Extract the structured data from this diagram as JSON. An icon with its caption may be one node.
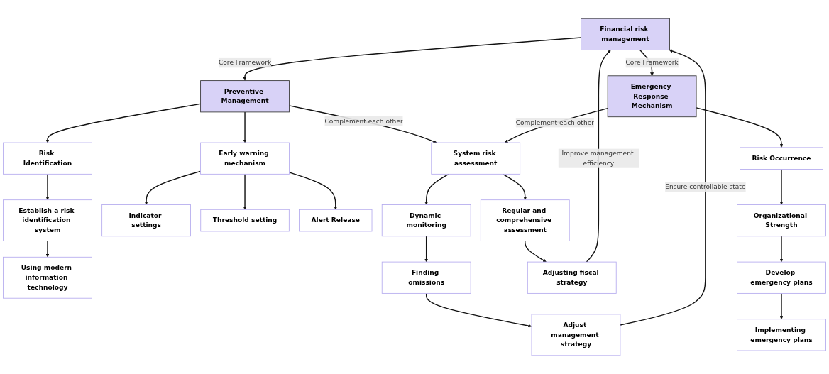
{
  "diagram": {
    "nodes": [
      {
        "text": [
          "Financial risk management"
        ]
      },
      {
        "text": [
          "Preventive Management"
        ]
      },
      {
        "text": [
          "Emergency Response Mechanism"
        ]
      },
      {
        "text": [
          "Risk Identification"
        ]
      },
      {
        "text": [
          "Early warning mechanism"
        ]
      },
      {
        "text": [
          "System risk assessment"
        ]
      },
      {
        "text": [
          "Risk Occurrence"
        ]
      },
      {
        "text": [
          "Establish a risk identification system"
        ]
      },
      {
        "text": [
          "Using modern information technology"
        ]
      },
      {
        "text": [
          "Indicator settings"
        ]
      },
      {
        "text": [
          "Threshold setting"
        ]
      },
      {
        "text": [
          "Alert Release"
        ]
      },
      {
        "text": [
          "Dynamic monitoring"
        ]
      },
      {
        "text": [
          "Regular and comprehensive assessment"
        ]
      },
      {
        "text": [
          "Finding omissions"
        ]
      },
      {
        "text": [
          "Adjusting fiscal strategy"
        ]
      },
      {
        "text": [
          "Adjust management strategy"
        ]
      },
      {
        "text": [
          "Organizational Strength"
        ]
      },
      {
        "text": [
          "Develop emergency plans"
        ]
      },
      {
        "text": [
          "Implementing emergency plans"
        ]
      }
    ],
    "edges": [
      {
        "from": 0,
        "to": 1,
        "arrow": "to",
        "label": "Core Framework"
      },
      {
        "from": 0,
        "to": 2,
        "arrow": "to",
        "label": "Core Framework"
      },
      {
        "from": 1,
        "to": 3,
        "arrow": "to"
      },
      {
        "from": 1,
        "to": 4,
        "arrow": "to"
      },
      {
        "from": 1,
        "to": 5,
        "arrow": "to",
        "label": "Complement each other"
      },
      {
        "from": 2,
        "to": 5,
        "arrow": "to",
        "label": "Complement each other"
      },
      {
        "from": 2,
        "to": 6,
        "arrow": "to"
      },
      {
        "from": 3,
        "to": 7,
        "arrow": "to"
      },
      {
        "from": 7,
        "to": 8,
        "arrow": "to"
      },
      {
        "from": 4,
        "to": 9,
        "arrow": "to"
      },
      {
        "from": 4,
        "to": 10,
        "arrow": "to"
      },
      {
        "from": 4,
        "to": 11,
        "arrow": "to"
      },
      {
        "from": 5,
        "to": 12,
        "arrow": "to"
      },
      {
        "from": 5,
        "to": 13,
        "arrow": "to"
      },
      {
        "from": 12,
        "to": 14,
        "arrow": "to"
      },
      {
        "from": 13,
        "to": 15,
        "arrow": "to"
      },
      {
        "from": 15,
        "to": 0,
        "arrow": "to",
        "label": "Improve management efficiency"
      },
      {
        "from": 14,
        "to": 16,
        "arrow": "to"
      },
      {
        "from": 16,
        "to": 0,
        "arrow": "to",
        "label": "Ensure controllable state"
      },
      {
        "from": 6,
        "to": 17,
        "arrow": "to"
      },
      {
        "from": 17,
        "to": 18,
        "arrow": "to"
      },
      {
        "from": 18,
        "to": 19,
        "arrow": "to"
      }
    ]
  }
}
